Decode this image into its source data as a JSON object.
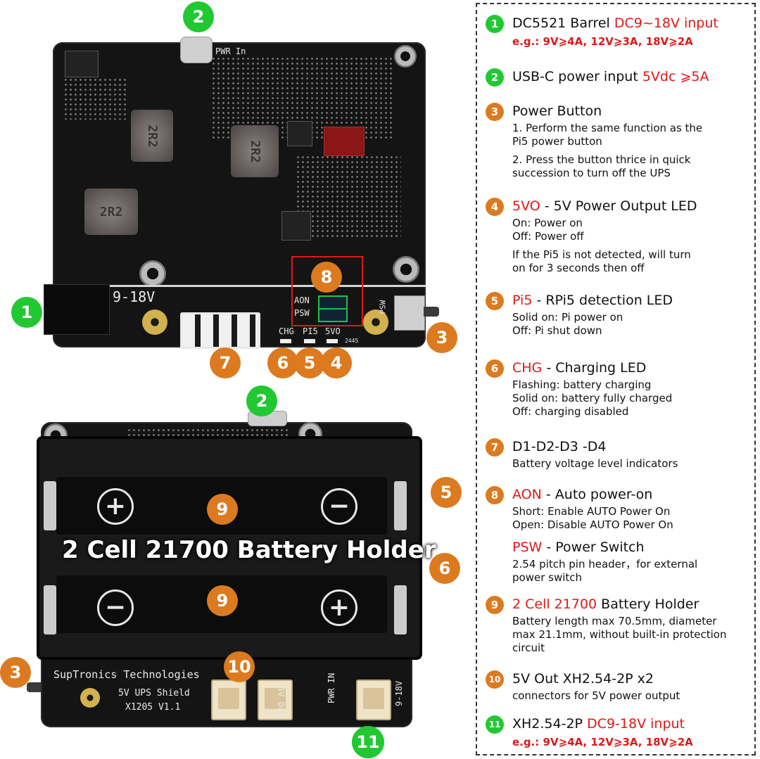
{
  "board": {
    "top_silk": {
      "pwr_in": "PWR In",
      "dc_range": "9-18V",
      "aon": "AON",
      "psw": "PSW",
      "psw_side": "PSW",
      "chg": "CHG",
      "pi5": "PI5",
      "vo": "5VO",
      "coil_label": "2R2",
      "code": "2445"
    },
    "bottom_silk": {
      "brand": "SupTronics Technologies",
      "model": "5V UPS Shield",
      "version": "X1205  V1.1",
      "out": "5V Out",
      "pwr_in": "PWR IN",
      "range": "9-18V"
    },
    "holder_title": "2 Cell 21700 Battery Holder",
    "plus": "+",
    "minus": "−",
    "callouts": {
      "n1": "1",
      "n2": "2",
      "n3": "3",
      "n4": "4",
      "n5": "5",
      "n6": "6",
      "n7": "7",
      "n8": "8",
      "n9": "9",
      "n10": "10",
      "n11": "11"
    }
  },
  "legend": [
    {
      "num": "1",
      "color": "green",
      "title_plain": "DC5521 Barrel ",
      "title_red": "DC9~18V input",
      "title_rest": "",
      "lines": [],
      "sub": "e.g.: 9V⩾4A, 12V⩾3A, 18V⩾2A"
    },
    {
      "num": "2",
      "color": "green",
      "title_plain": "USB-C power input ",
      "title_red": "5Vdc ⩾5A",
      "title_rest": "",
      "lines": [],
      "sub": ""
    },
    {
      "num": "3",
      "color": "orange",
      "title_plain": "Power Button",
      "title_red": "",
      "title_rest": "",
      "lines": [
        "1. Perform the same function as the",
        "Pi5 power button",
        "",
        "2. Press the button thrice in quick",
        "succession to turn off the UPS"
      ],
      "sub": ""
    },
    {
      "num": "4",
      "color": "orange",
      "title_plain": "",
      "title_red": "5VO",
      "title_rest": " - 5V Power Output LED",
      "lines": [
        "On: Power on",
        "Off: Power off",
        "",
        "If the Pi5 is not detected, will turn",
        "on for 3 seconds then off"
      ],
      "sub": ""
    },
    {
      "num": "5",
      "color": "orange",
      "title_plain": "",
      "title_red": "Pi5",
      "title_rest": " - RPi5 detection LED",
      "lines": [
        "Solid on: Pi power on",
        "Off: Pi shut down"
      ],
      "sub": ""
    },
    {
      "num": "6",
      "color": "orange",
      "title_plain": "",
      "title_red": "CHG",
      "title_rest": " - Charging LED",
      "lines": [
        "Flashing: battery charging",
        "Solid on: battery fully charged",
        "Off: charging disabled"
      ],
      "sub": ""
    },
    {
      "num": "7",
      "color": "orange",
      "title_plain": "D1-D2-D3 -D4",
      "title_red": "",
      "title_rest": "",
      "lines": [
        "Battery voltage level indicators"
      ],
      "sub": ""
    },
    {
      "num": "8",
      "color": "orange",
      "title_plain": "",
      "title_red": "AON",
      "title_rest": " - Auto power-on",
      "lines": [
        "Short: Enable AUTO Power On",
        "Open: Disable AUTO Power On"
      ],
      "sub": "",
      "second_red": "PSW",
      "second_rest": " - Power Switch",
      "second_lines": [
        "2.54 pitch pin header，for external",
        "power switch"
      ]
    },
    {
      "num": "9",
      "color": "orange",
      "title_plain": "",
      "title_red": "2 Cell 21700",
      "title_rest": " Battery Holder",
      "lines": [
        "Battery length max 70.5mm, diameter",
        "max 21.1mm, without built-in protection",
        "circuit"
      ],
      "sub": ""
    },
    {
      "num": "10",
      "color": "orange",
      "title_plain": "5V Out XH2.54-2P x2",
      "title_red": "",
      "title_rest": "",
      "lines": [
        "connectors for 5V power output"
      ],
      "sub": ""
    },
    {
      "num": "11",
      "color": "green",
      "title_plain": "XH2.54-2P ",
      "title_red": "DC9-18V input",
      "title_rest": "",
      "lines": [],
      "sub": "e.g.: 9V⩾4A, 12V⩾3A, 18V⩾2A"
    }
  ]
}
